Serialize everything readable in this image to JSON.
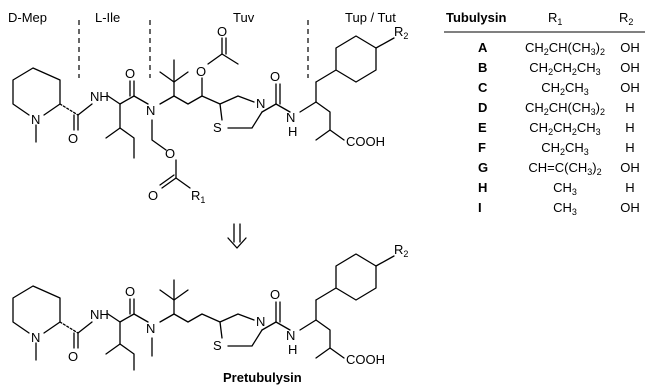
{
  "segments": [
    "D-Mep",
    "L-Ile",
    "Tuv",
    "Tup / Tut"
  ],
  "compound_name": "Pretubulysin",
  "atoms": {
    "N": "N",
    "NH": "NH",
    "H": "H",
    "O": "O",
    "S": "S",
    "COOH": "COOH",
    "R": "R",
    "sub1": "1",
    "sub2": "2"
  },
  "table": {
    "header": {
      "name": "Tubulysin",
      "r1": "R",
      "r1_sub": "1",
      "r2": "R",
      "r2_sub": "2"
    },
    "rows": [
      {
        "label": "A",
        "r1": "CH2CH(CH3)2",
        "r2": "OH"
      },
      {
        "label": "B",
        "r1": "CH2CH2CH3",
        "r2": "OH"
      },
      {
        "label": "C",
        "r1": "CH2CH3",
        "r2": "OH"
      },
      {
        "label": "D",
        "r1": "CH2CH(CH3)2",
        "r2": "H"
      },
      {
        "label": "E",
        "r1": "CH2CH2CH3",
        "r2": "H"
      },
      {
        "label": "F",
        "r1": "CH2CH3",
        "r2": "H"
      },
      {
        "label": "G",
        "r1": "CH=C(CH3)2",
        "r2": "OH"
      },
      {
        "label": "H",
        "r1": "CH3",
        "r2": "H"
      },
      {
        "label": "I",
        "r1": "CH3",
        "r2": "OH"
      }
    ]
  }
}
